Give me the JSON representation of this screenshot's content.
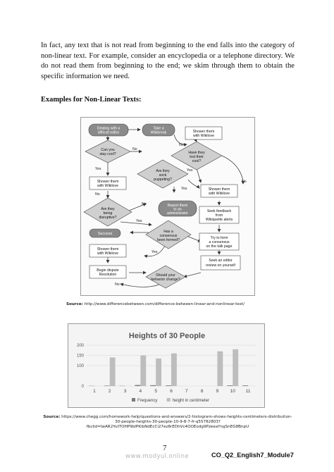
{
  "paragraph": "In fact, any text that is not read from beginning to the end falls into the category of non-linear text.  For example, consider an encyclopedia or a telephone directory. We do not read them from beginning to the end; we skim through them to obtain the specific information we need.",
  "heading": "Examples for Non-Linear Texts:",
  "flowchart": {
    "nodes": {
      "dealing": [
        "Dealing with a",
        "difficult editor"
      ],
      "wikibreak": [
        "Take a",
        "Wikibreak"
      ],
      "shower_top": [
        "Shower them",
        "with Wikilove"
      ],
      "stay_cool": [
        "Can you",
        "stay cool?"
      ],
      "lost_cool": [
        "Have they",
        "lost their",
        "cool?"
      ],
      "sock": [
        "Are they",
        "sock",
        "puppeting?"
      ],
      "shower_left": [
        "Shower them",
        "with Wikilove"
      ],
      "shower_right": [
        "Shower them",
        "with Wikilove"
      ],
      "disruptive": [
        "Are they",
        "being",
        "disruptive?"
      ],
      "report": [
        "Report them",
        "to an",
        "administrator"
      ],
      "feedback": [
        "Seek feedback",
        "from",
        "Wikiquette alerts"
      ],
      "success": [
        "Success"
      ],
      "consensus": [
        "Has a",
        "consensus",
        "been formed?"
      ],
      "form_consensus": [
        "Try to form",
        "a consensus",
        "on the talk page"
      ],
      "shower_low": [
        "Shower them",
        "with Wikilove"
      ],
      "dispute": [
        "Begin dispute",
        "Resolution"
      ],
      "behavior": [
        "Should your",
        "behavior change?"
      ],
      "review": [
        "Seek an editor",
        "review on yourself"
      ]
    },
    "edge_labels": {
      "no1": "No",
      "no2": "No",
      "yes1": "Yes",
      "yes2": "Yes",
      "yes3": "Yes",
      "no3": "No",
      "no4": "No",
      "no5": "No",
      "yes4": "Yes",
      "yes5": "Yes",
      "no6": "No"
    }
  },
  "source1_label": "Source:",
  "source1_text": " http://www.differencebetween.com/difference-between-linear-and-nonlinear-text/",
  "chart_data": {
    "type": "bar",
    "title": "Heights of 30 People",
    "x": [
      1,
      2,
      3,
      4,
      5,
      6,
      7,
      8,
      9,
      10,
      11
    ],
    "series": [
      {
        "name": "Frequency",
        "values": [
          1,
          2,
          1,
          5,
          4,
          3,
          0,
          0,
          0,
          3,
          3
        ]
      },
      {
        "name": "height in centimeter",
        "values": [
          0,
          140,
          0,
          150,
          135,
          160,
          0,
          0,
          170,
          180,
          0
        ]
      }
    ],
    "ylim": [
      0,
      200
    ],
    "yticks": [
      0,
      100,
      150,
      200
    ],
    "ytick_labels": [
      "0",
      "100",
      "150",
      "200"
    ],
    "grid": true,
    "legend": "bottom",
    "colors": {
      "Frequency": "#7a7a7a",
      "height in centimeter": "#bdbdbd"
    }
  },
  "source2_label": "Source:",
  "source2_text": " https://www.chegg.com/homework-help/questions-and-answers/2-histogram-shows-heights-centimeters-distribution-30-people-heights-30-people-10-9-8-7-fr-q55782803?fbclid=IwAR2YutTOHP9bIPKlbNdEcCi27ez8rEDhVc4OOEodg9PzeeaYngSnEG8BnpU",
  "page_number": "7",
  "watermark": "www.modyul.online",
  "footer_code": "CO_Q2_English7_Module7"
}
